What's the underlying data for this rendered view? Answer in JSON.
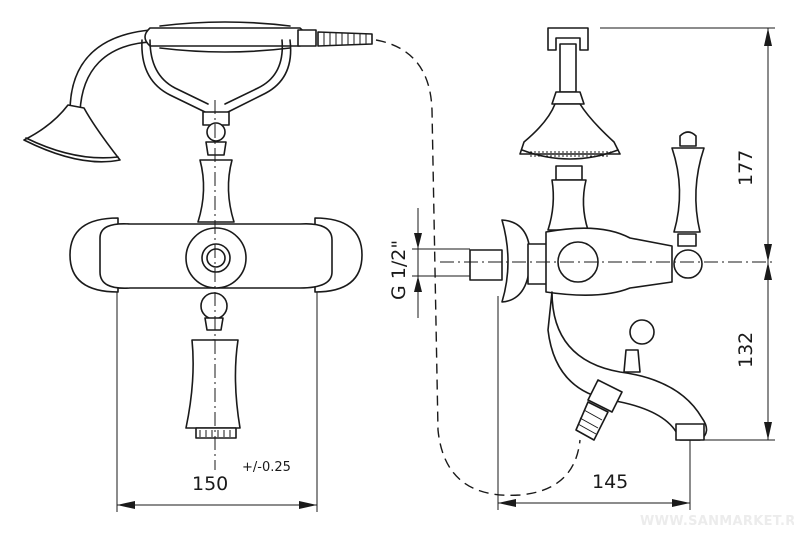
{
  "dimensions": {
    "width_front": "150",
    "tolerance": "+/-0.25",
    "spout_reach": "145",
    "height_upper": "177",
    "height_lower": "132",
    "thread": "G 1/2\""
  },
  "watermark": "WWW.SANMARKET.RU"
}
